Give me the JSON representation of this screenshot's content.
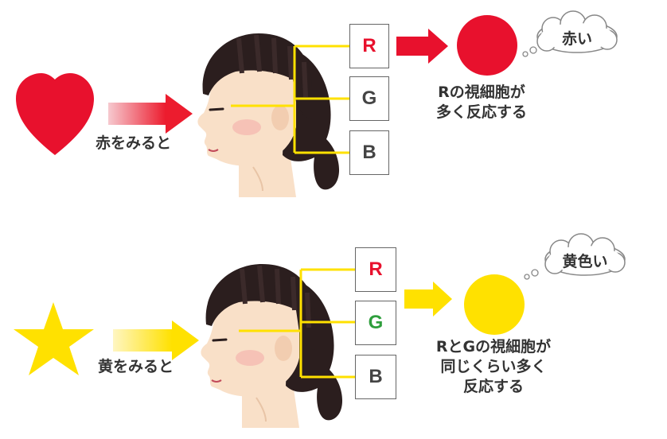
{
  "colors": {
    "red": "#e8112d",
    "yellow": "#ffe100",
    "green": "#2e9e3c",
    "dark_text": "#444444",
    "hair": "#2b1e1e",
    "skin": "#f9e0c8"
  },
  "row1": {
    "stimulus_label": "赤をみると",
    "stimulus_shape": "heart-icon",
    "cones": [
      {
        "letter": "R",
        "color": "#e8112d"
      },
      {
        "letter": "G",
        "color": "#444444"
      },
      {
        "letter": "B",
        "color": "#444444"
      }
    ],
    "result_lines": [
      "Rの視細胞が",
      "多く反応する"
    ],
    "result_color": "#e8112d",
    "thought": "赤い"
  },
  "row2": {
    "stimulus_label": "黄をみると",
    "stimulus_shape": "star-icon",
    "cones": [
      {
        "letter": "R",
        "color": "#e8112d"
      },
      {
        "letter": "G",
        "color": "#2e9e3c"
      },
      {
        "letter": "B",
        "color": "#444444"
      }
    ],
    "result_lines": [
      "RとGの視細胞が",
      "同じくらい多く",
      "反応する"
    ],
    "result_color": "#ffe100",
    "thought": "黄色い"
  }
}
